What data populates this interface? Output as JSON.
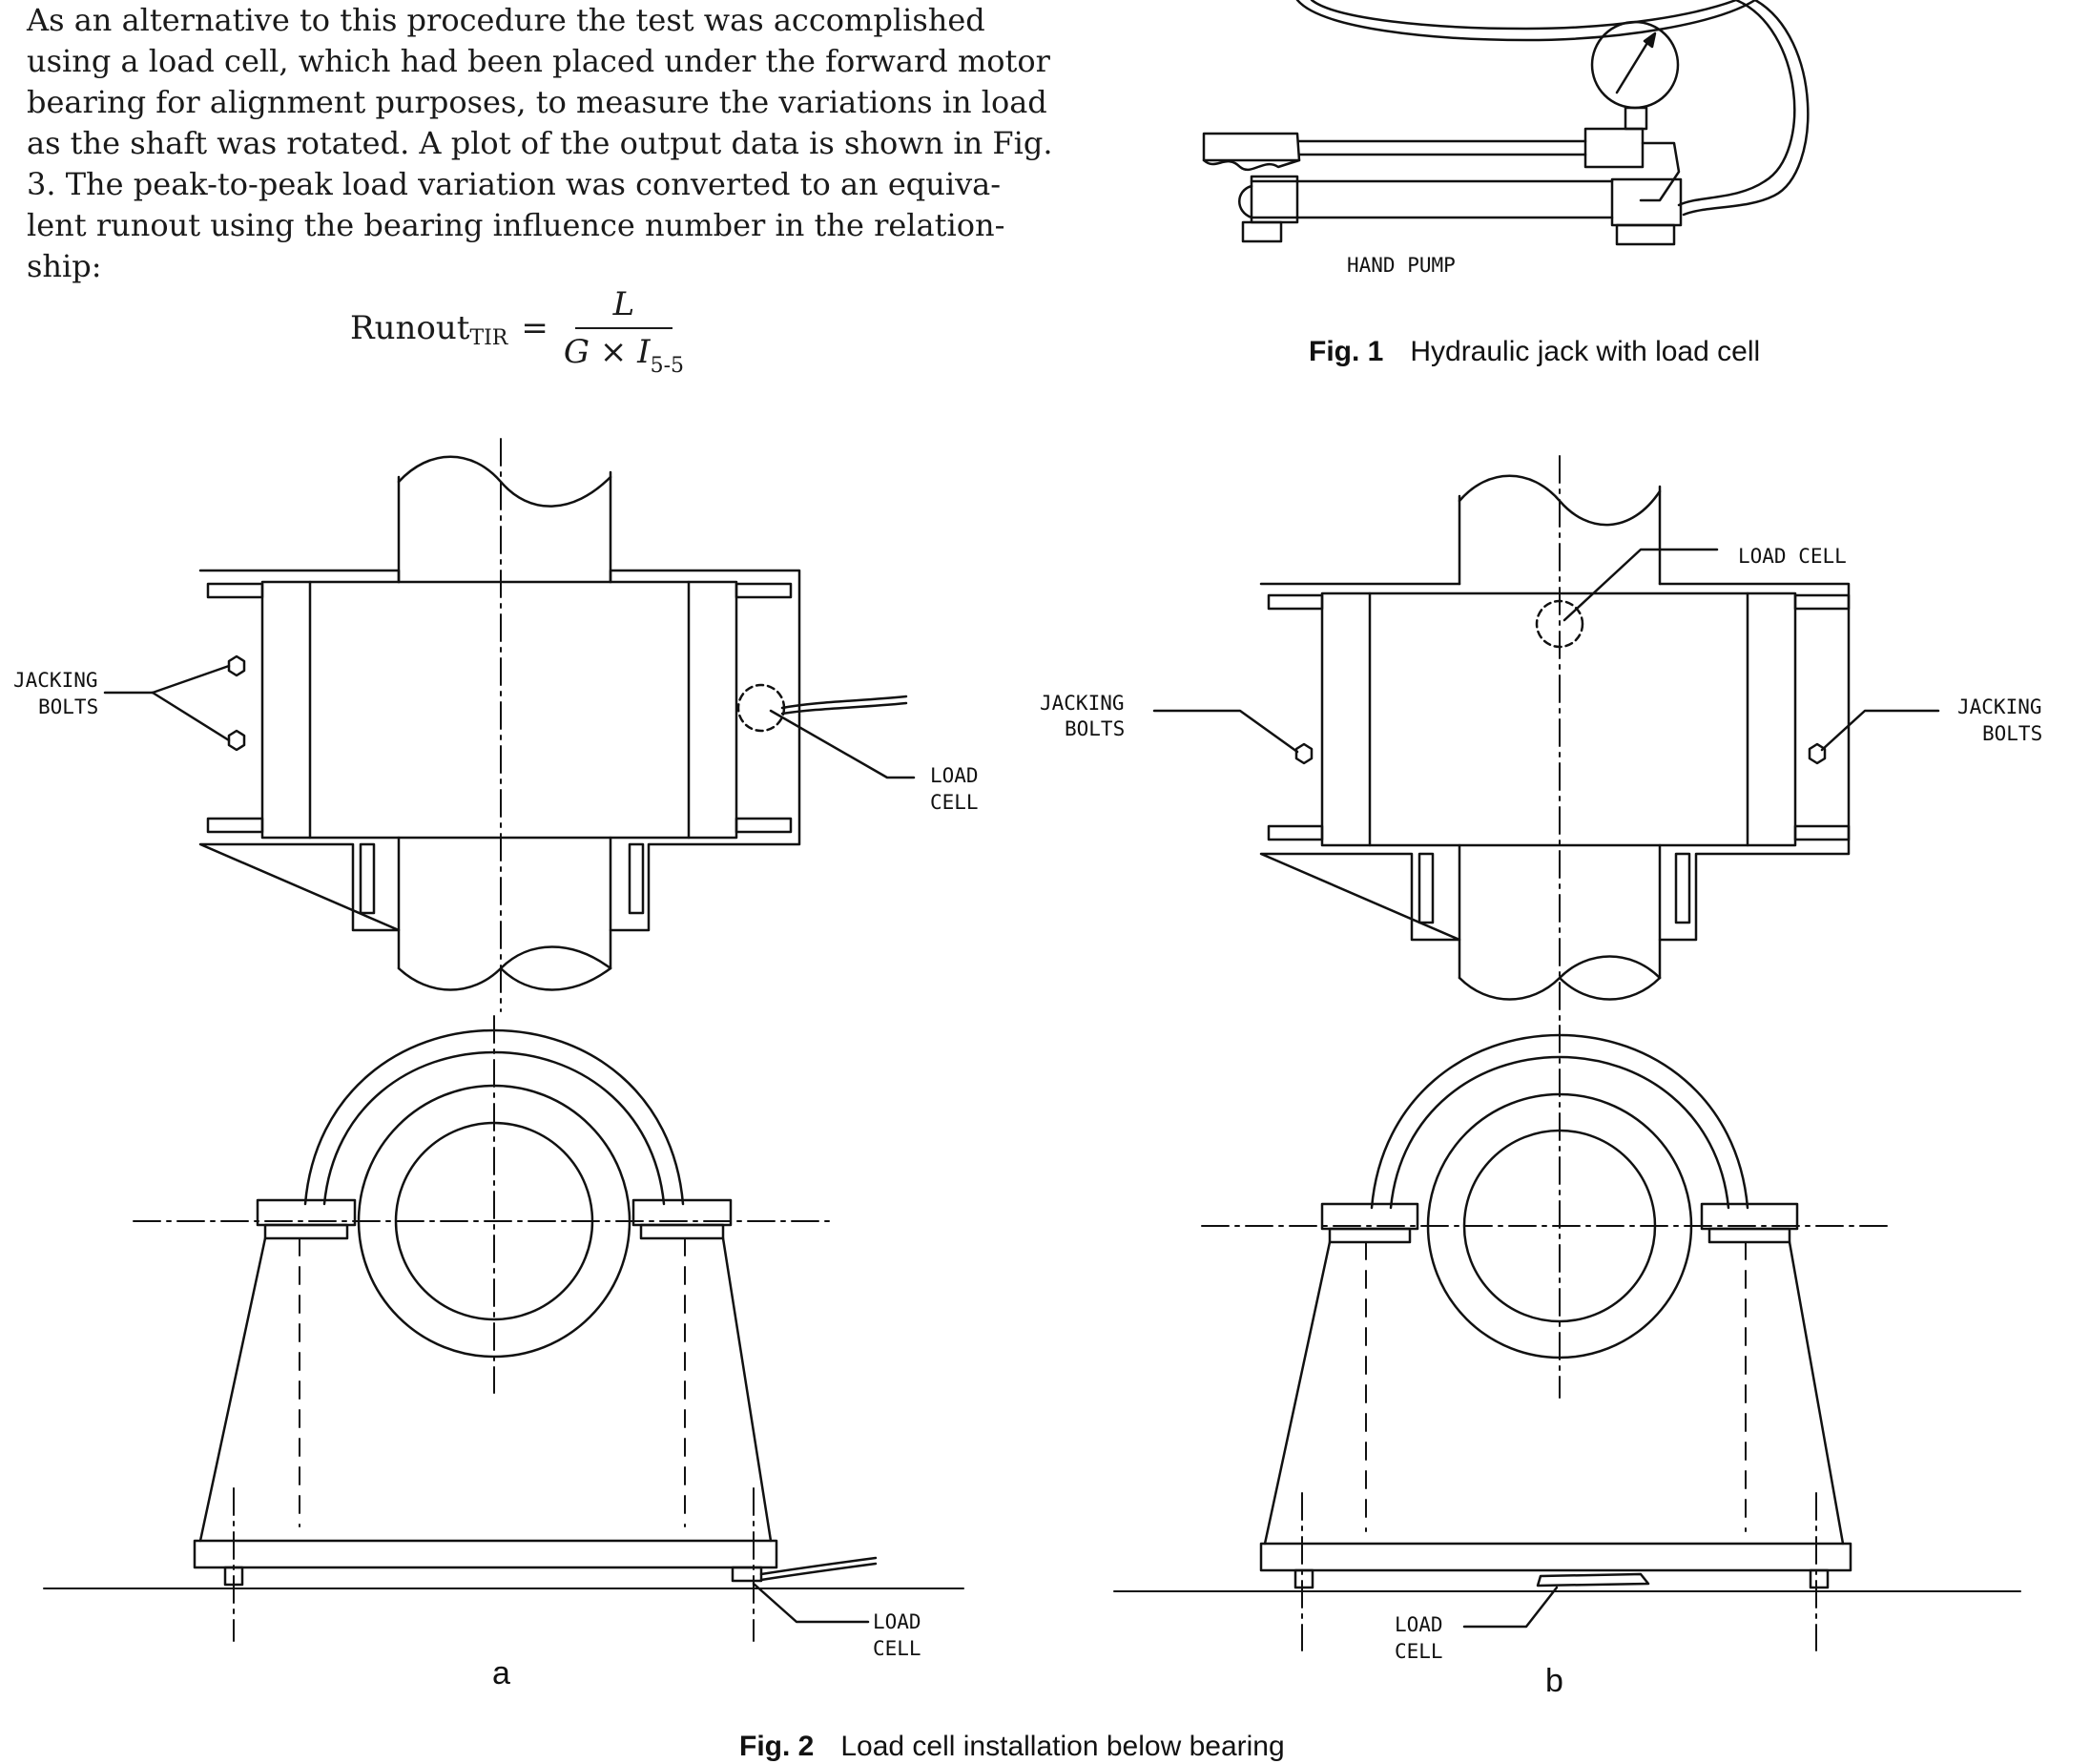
{
  "paragraph": {
    "lines": [
      "As an alternative to this procedure the test was accomplished",
      "using a load cell, which had been placed under the forward motor",
      "bearing for alignment purposes, to measure the variations in load",
      "as the shaft was rotated. A plot of the output data is shown in Fig.",
      "3. The peak-to-peak load variation was converted to an equiva-",
      "lent runout using the bearing influence number in the relation-",
      "ship:"
    ]
  },
  "equation": {
    "lhs": "Runout",
    "lhs_sub": "TIR",
    "equals": "=",
    "numerator": "L",
    "denominator_a": "G",
    "times": "×",
    "denominator_b": "I",
    "denominator_sub": "5-5"
  },
  "fig1": {
    "hand_pump_label": "HAND PUMP",
    "caption_num": "Fig. 1",
    "caption_text": "Hydraulic jack with load cell"
  },
  "fig2a": {
    "jacking_bolts_line1": "JACKING",
    "jacking_bolts_line2": "BOLTS",
    "load_cell_top_line1": "LOAD",
    "load_cell_top_line2": "CELL",
    "load_cell_bottom_line1": "LOAD",
    "load_cell_bottom_line2": "CELL",
    "sub_label": "a"
  },
  "fig2b": {
    "load_cell_top": "LOAD CELL",
    "jacking_left_line1": "JACKING",
    "jacking_left_line2": "BOLTS",
    "jacking_right_line1": "JACKING",
    "jacking_right_line2": "BOLTS",
    "load_cell_bottom_line1": "LOAD",
    "load_cell_bottom_line2": "CELL",
    "sub_label": "b"
  },
  "fig2": {
    "caption_num": "Fig. 2",
    "caption_text": "Load cell installation below bearing"
  }
}
